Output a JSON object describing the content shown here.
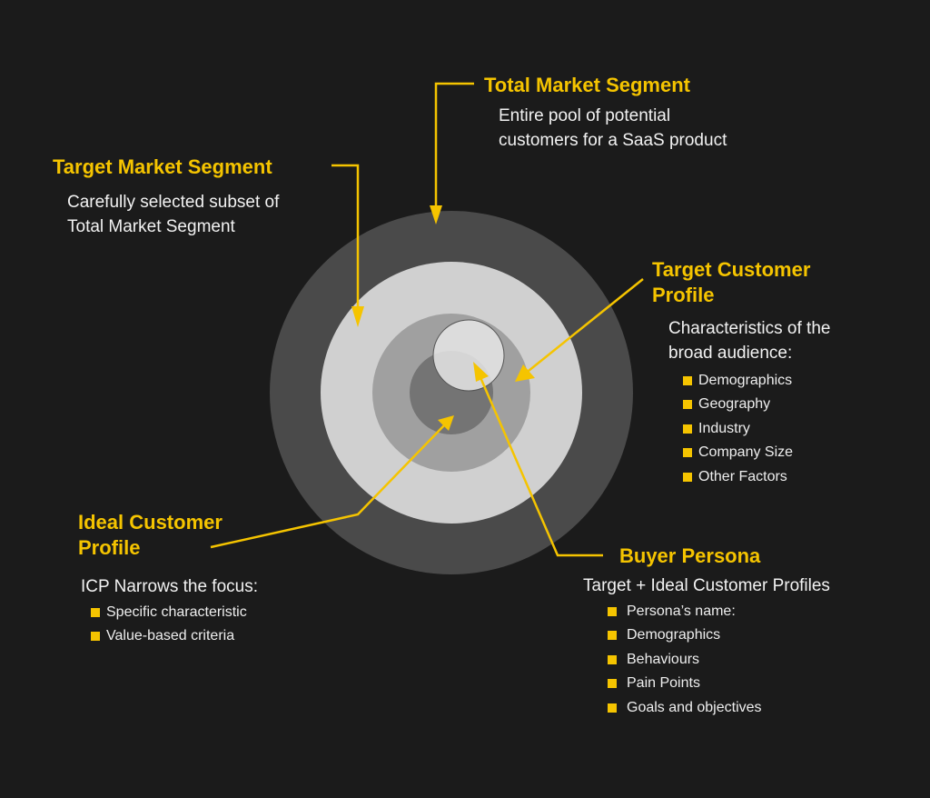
{
  "colors": {
    "background": "#1b1b1b",
    "accent": "#f5c400",
    "ring_outer": "#4a4a4a",
    "ring_second": "#d0d0d0",
    "ring_third": "#a0a0a0",
    "core": "#747474",
    "persona_circle": "#e6e6e6"
  },
  "total_market": {
    "title": "Total Market Segment",
    "body": [
      "Entire pool of potential",
      "customers for a SaaS product"
    ]
  },
  "target_market": {
    "title": "Target Market Segment",
    "body": [
      "Carefully selected subset of",
      "Total Market Segment"
    ]
  },
  "target_customer": {
    "title": [
      "Target Customer",
      "Profile"
    ],
    "body": [
      "Characteristics of the",
      "broad audience:"
    ],
    "bullets": [
      "Demographics",
      "Geography",
      "Industry",
      "Company Size",
      "Other Factors"
    ]
  },
  "ideal_customer": {
    "title": [
      "Ideal Customer",
      "Profile"
    ],
    "body": [
      "ICP Narrows the focus:"
    ],
    "bullets": [
      "Specific characteristic",
      "Value-based criteria"
    ]
  },
  "buyer_persona": {
    "title": "Buyer Persona",
    "body": [
      "Target + Ideal Customer Profiles"
    ],
    "bullets": [
      "Persona’s name:",
      "Demographics",
      "Behaviours",
      "Pain Points",
      "Goals and objectives"
    ]
  }
}
